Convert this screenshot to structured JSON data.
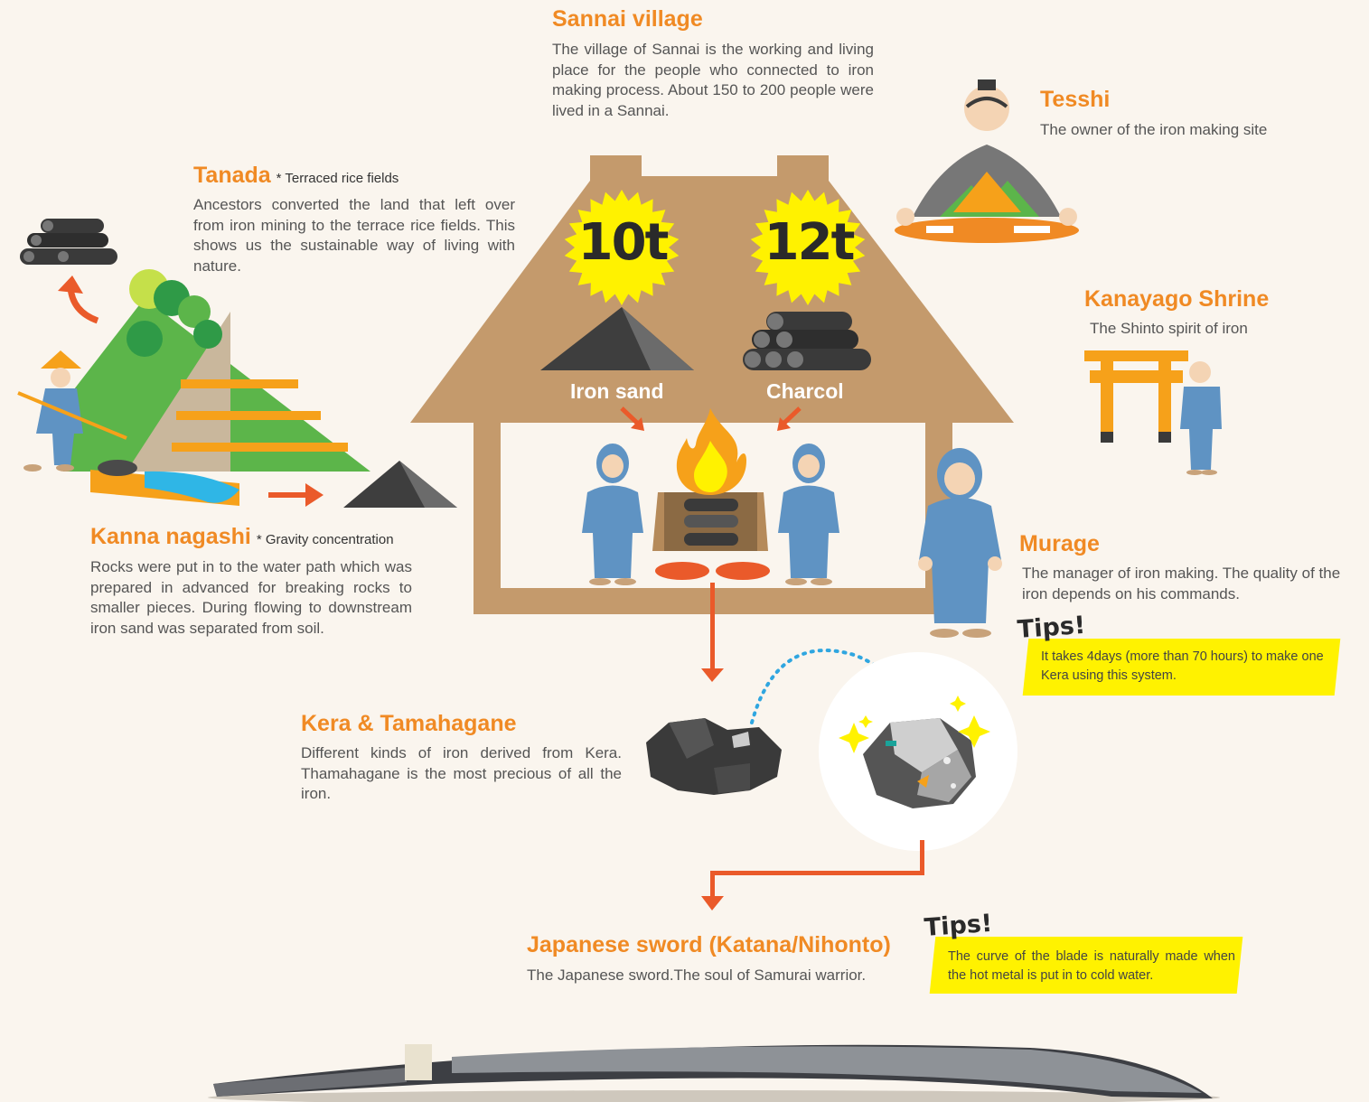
{
  "sannai": {
    "title": "Sannai village",
    "desc": "The village of Sannai is the working and living place for the people who connected to iron making process. About 150 to 200 people were lived in a Sannai."
  },
  "tesshi": {
    "title": "Tesshi",
    "desc": "The owner of the iron making site"
  },
  "tanada": {
    "title": "Tanada",
    "note": "* Terraced rice fields",
    "desc": "Ancestors converted the land that left over from iron mining to the terrace rice fields. This shows us the sustainable way of living with nature."
  },
  "kanayago": {
    "title": "Kanayago Shrine",
    "desc": "The Shinto spirit of iron"
  },
  "house": {
    "badge_left": "10t",
    "badge_right": "12t",
    "label_left": "Iron sand",
    "label_right": "Charcol"
  },
  "kanna": {
    "title": "Kanna nagashi",
    "note": "* Gravity concentration",
    "desc": "Rocks were put in to the water path which was prepared in advanced for breaking rocks to smaller pieces. During flowing to downstream iron sand was separated from soil."
  },
  "murage": {
    "title": "Murage",
    "desc": "The manager of iron making. The quality of the iron depends on his commands."
  },
  "tips1": {
    "title": "Tips!",
    "text": "It takes 4days (more than 70 hours) to make one Kera using this system."
  },
  "kera": {
    "title": "Kera & Tamahagane",
    "desc": "Different kinds of iron derived from Kera. Thamahagane is the most precious of all the iron."
  },
  "sword": {
    "title": "Japanese sword (Katana/Nihonto)",
    "desc": "The Japanese sword.The soul of Samurai warrior."
  },
  "tips2": {
    "title": "Tips!",
    "text": "The curve of the blade is naturally made when the hot metal is put in to cold water."
  },
  "colors": {
    "accent": "#f08a24",
    "arrow": "#ea5a2a",
    "house": "#c49a6c",
    "badge": "#fff200",
    "worker": "#5f93c3",
    "background": "#faf5ee"
  },
  "icons": [
    "mountain-icon",
    "charcoal-icon",
    "iron-sand-icon",
    "fire-icon",
    "torii-icon",
    "sword-icon",
    "kera-icon",
    "tamahagane-icon"
  ]
}
